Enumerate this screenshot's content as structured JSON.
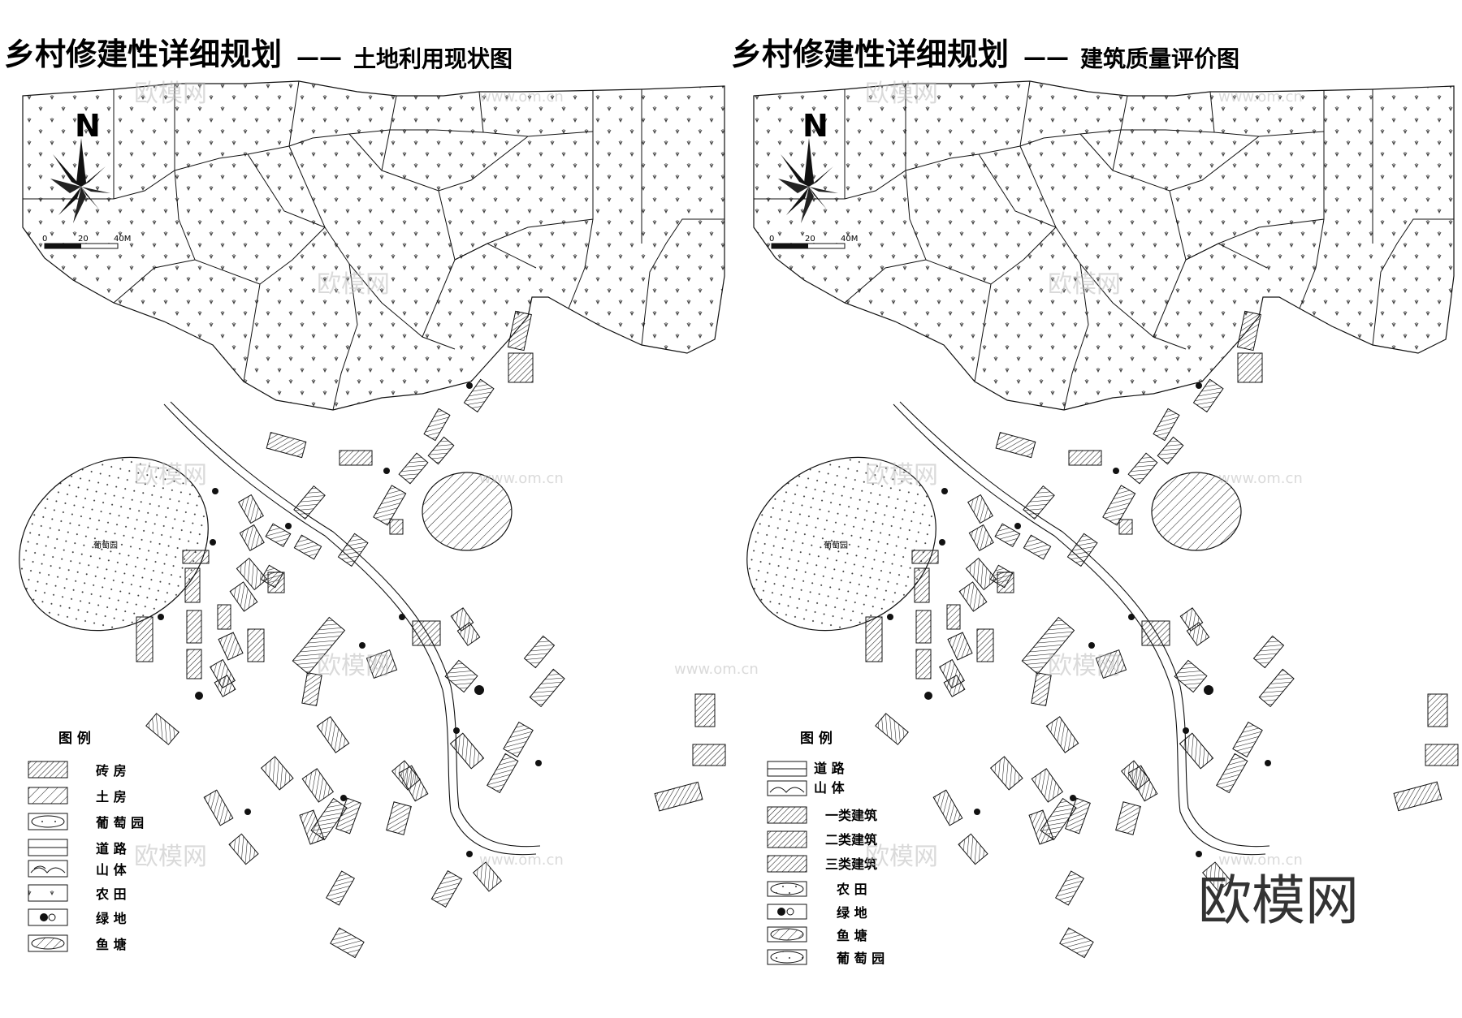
{
  "left_panel": {
    "title_main": "乡村修建性详细规划",
    "dash": "——",
    "title_sub": "土地利用现状图",
    "north_label": "N",
    "scale_labels": [
      "0",
      "20",
      "40M"
    ],
    "vineyard_label": "葡萄园",
    "legend_title": "图 例",
    "legend_items": [
      {
        "symbol": "hatch-dense",
        "label": "砖    房"
      },
      {
        "symbol": "hatch-sparse",
        "label": "土    房"
      },
      {
        "symbol": "dotted-oval",
        "label": "葡 萄 园"
      },
      {
        "symbol": "road",
        "label": "道    路"
      },
      {
        "symbol": "mountain",
        "label": "山    体"
      },
      {
        "symbol": "farmland",
        "label": "农    田"
      },
      {
        "symbol": "green",
        "label": "绿    地"
      },
      {
        "symbol": "fish-pond",
        "label": "鱼    塘"
      }
    ]
  },
  "right_panel": {
    "title_main": "乡村修建性详细规划",
    "dash": "——",
    "title_sub": "建筑质量评价图",
    "north_label": "N",
    "scale_labels": [
      "0",
      "20",
      "40M"
    ],
    "vineyard_label": "葡萄园",
    "legend_title": "图 例",
    "legend_items": [
      {
        "symbol": "road",
        "label": "道    路"
      },
      {
        "symbol": "mountain",
        "label": "山    体"
      },
      {
        "symbol": "hatch-dense",
        "label": "一类建筑"
      },
      {
        "symbol": "hatch-dense",
        "label": "二类建筑"
      },
      {
        "symbol": "hatch-dense",
        "label": "三类建筑"
      },
      {
        "symbol": "dotted-oval",
        "label": "农    田"
      },
      {
        "symbol": "green",
        "label": "绿    地"
      },
      {
        "symbol": "fish-pond",
        "label": "鱼    塘"
      },
      {
        "symbol": "dotted-oval",
        "label": "葡 萄 园"
      }
    ]
  },
  "watermarks": {
    "cn": "欧模网",
    "url": "www.om.cn",
    "brand": "欧模网"
  },
  "colors": {
    "line": "#111111",
    "background": "#ffffff",
    "watermark": "#bdbdbd"
  }
}
